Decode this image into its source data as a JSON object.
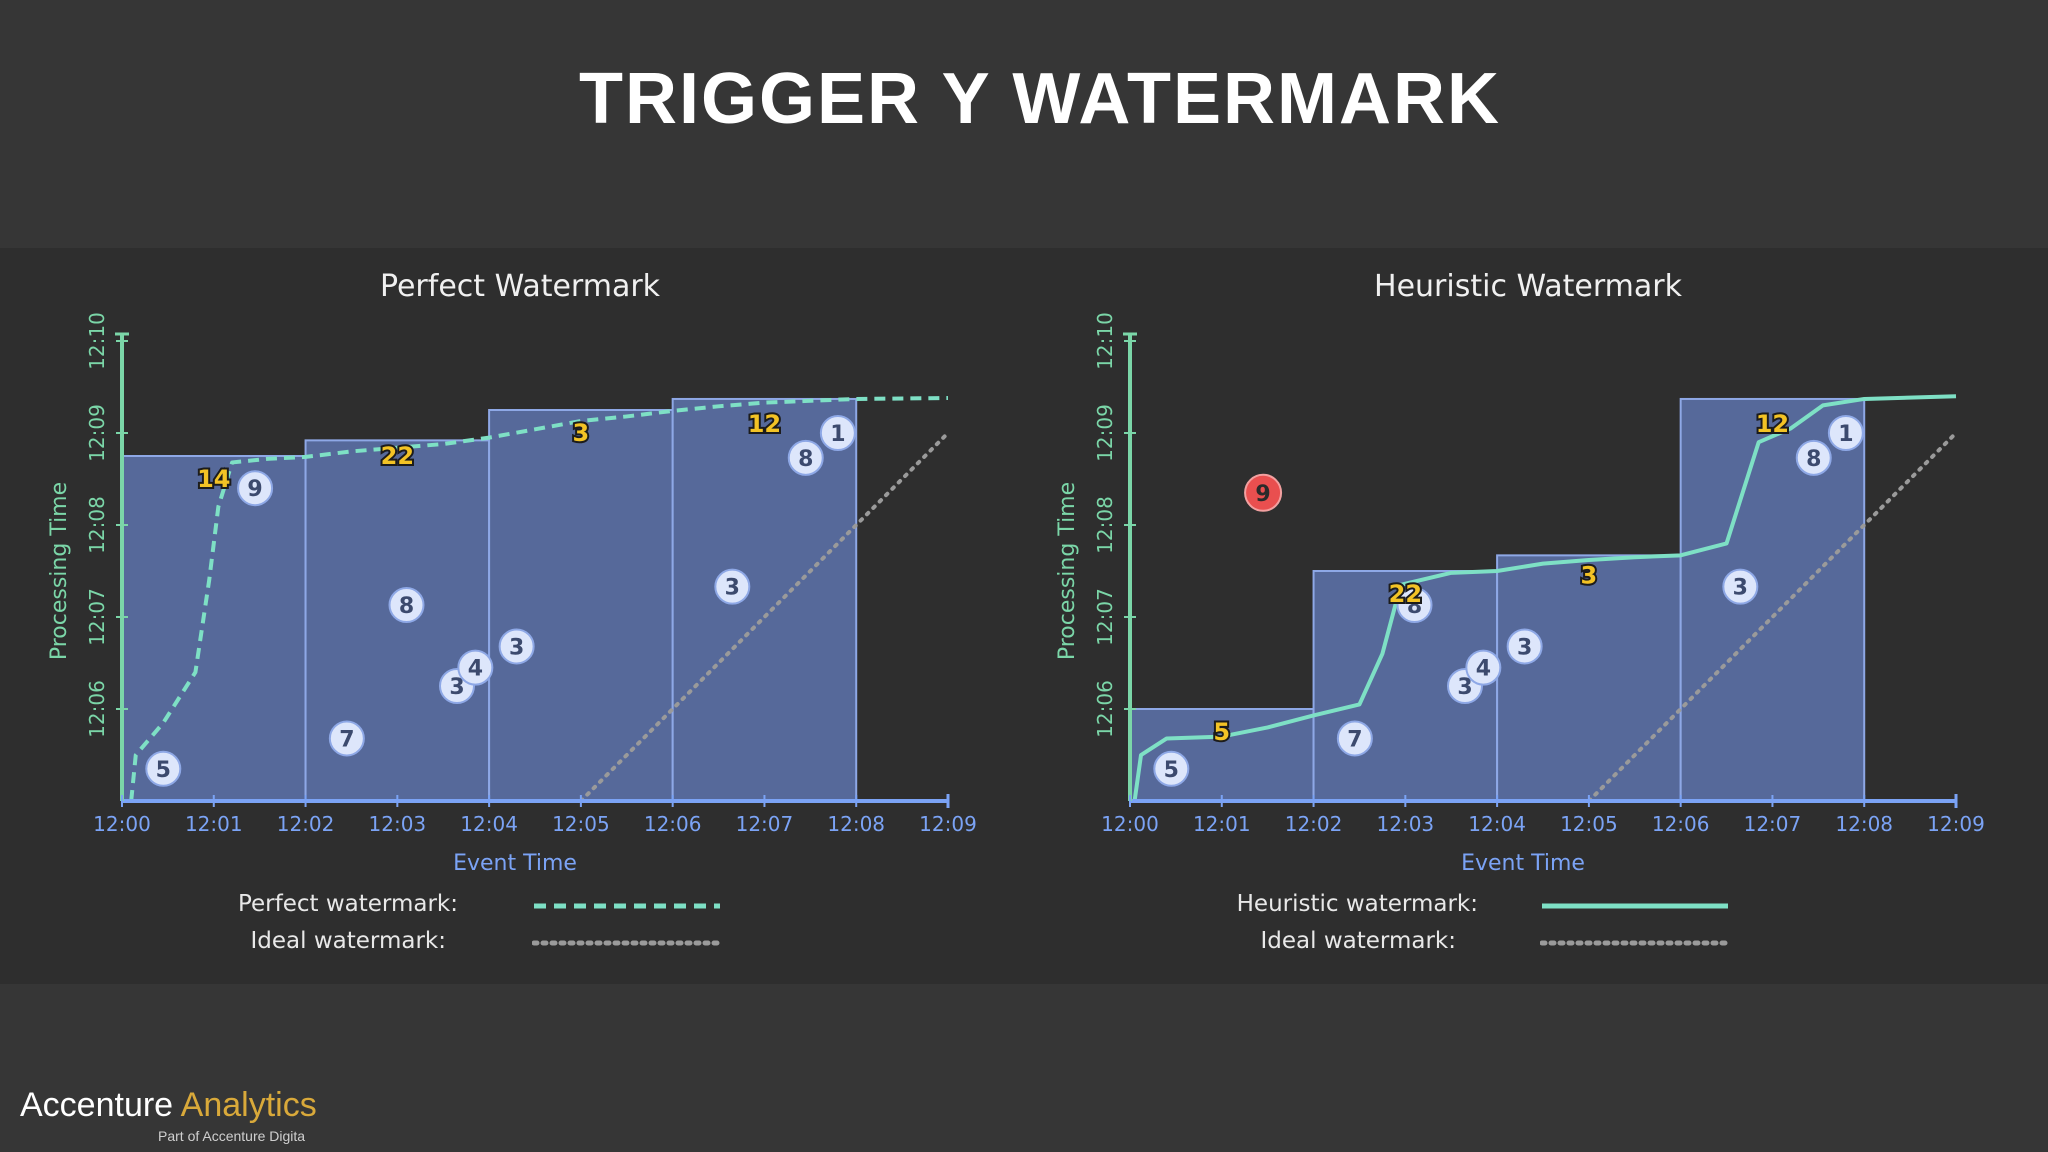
{
  "slide": {
    "title": "TRIGGER Y WATERMARK"
  },
  "brand": {
    "name_part1": "Accenture",
    "name_part2": "Analytics",
    "tagline": "Part of Accenture Digita"
  },
  "colors": {
    "pane_fill": "#56699a",
    "pane_stroke": "#8ea8e6",
    "axis_x": "#7ba3f5",
    "axis_y": "#7bd6a8",
    "watermark": "#7ee0c5",
    "ideal": "#9a9a9a",
    "marker_fill": "#dde6fb",
    "marker_text": "#3c4a6e",
    "badge_fill": "#f3c325",
    "late_fill": "#e94f4f"
  },
  "chart_data": [
    {
      "type": "scatter",
      "title": "Perfect Watermark",
      "xlabel": "Event Time",
      "ylabel": "Processing Time",
      "xlim": [
        "12:00",
        "12:09"
      ],
      "ylim": [
        "12:05",
        "12:10"
      ],
      "x_ticks": [
        "12:00",
        "12:01",
        "12:02",
        "12:03",
        "12:04",
        "12:05",
        "12:06",
        "12:07",
        "12:08",
        "12:09"
      ],
      "y_ticks": [
        "12:06",
        "12:07",
        "12:08",
        "12:09",
        "12:10"
      ],
      "panes": [
        {
          "start": "12:00",
          "end": "12:02",
          "fired_at": 8.75
        },
        {
          "start": "12:02",
          "end": "12:04",
          "fired_at": 8.92
        },
        {
          "start": "12:04",
          "end": "12:06",
          "fired_at": 9.25
        },
        {
          "start": "12:06",
          "end": "12:08",
          "fired_at": 9.37
        }
      ],
      "events": [
        {
          "x": 0.45,
          "y": 5.35,
          "value": "5"
        },
        {
          "x": 1.45,
          "y": 8.4,
          "value": "9"
        },
        {
          "x": 2.45,
          "y": 5.68,
          "value": "7"
        },
        {
          "x": 3.1,
          "y": 7.13,
          "value": "8"
        },
        {
          "x": 3.65,
          "y": 6.25,
          "value": "3"
        },
        {
          "x": 3.85,
          "y": 6.45,
          "value": "4"
        },
        {
          "x": 4.3,
          "y": 6.68,
          "value": "3"
        },
        {
          "x": 6.65,
          "y": 7.33,
          "value": "3"
        },
        {
          "x": 7.45,
          "y": 8.73,
          "value": "8"
        },
        {
          "x": 7.8,
          "y": 9.0,
          "value": "1"
        }
      ],
      "results": [
        {
          "x": 1.0,
          "y": 8.5,
          "value": "14"
        },
        {
          "x": 3.0,
          "y": 8.75,
          "value": "22"
        },
        {
          "x": 5.0,
          "y": 9.0,
          "value": "3"
        },
        {
          "x": 7.0,
          "y": 9.1,
          "value": "12"
        }
      ],
      "watermark": {
        "name": "Perfect watermark",
        "style": "dashed",
        "points": [
          [
            0.1,
            5.0
          ],
          [
            0.15,
            5.5
          ],
          [
            0.45,
            5.85
          ],
          [
            0.8,
            6.4
          ],
          [
            0.95,
            7.4
          ],
          [
            1.05,
            8.2
          ],
          [
            1.2,
            8.68
          ],
          [
            1.6,
            8.72
          ],
          [
            2.0,
            8.74
          ],
          [
            2.5,
            8.8
          ],
          [
            3.0,
            8.84
          ],
          [
            3.5,
            8.88
          ],
          [
            4.0,
            8.95
          ],
          [
            4.5,
            9.04
          ],
          [
            5.0,
            9.13
          ],
          [
            5.5,
            9.18
          ],
          [
            6.0,
            9.24
          ],
          [
            6.5,
            9.29
          ],
          [
            7.0,
            9.33
          ],
          [
            7.5,
            9.35
          ],
          [
            8.0,
            9.37
          ],
          [
            9.0,
            9.38
          ]
        ]
      },
      "ideal": {
        "name": "Ideal watermark",
        "style": "dotted",
        "points": [
          [
            5.0,
            5.0
          ],
          [
            9.0,
            9.0
          ]
        ]
      },
      "legend": [
        {
          "label": "Perfect watermark:",
          "style": "dashed"
        },
        {
          "label": "Ideal watermark:",
          "style": "dotted"
        }
      ]
    },
    {
      "type": "scatter",
      "title": "Heuristic Watermark",
      "xlabel": "Event Time",
      "ylabel": "Processing Time",
      "xlim": [
        "12:00",
        "12:09"
      ],
      "ylim": [
        "12:05",
        "12:10"
      ],
      "x_ticks": [
        "12:00",
        "12:01",
        "12:02",
        "12:03",
        "12:04",
        "12:05",
        "12:06",
        "12:07",
        "12:08",
        "12:09"
      ],
      "y_ticks": [
        "12:06",
        "12:07",
        "12:08",
        "12:09",
        "12:10"
      ],
      "panes": [
        {
          "start": "12:00",
          "end": "12:02",
          "fired_at": 6.0
        },
        {
          "start": "12:02",
          "end": "12:04",
          "fired_at": 7.5
        },
        {
          "start": "12:04",
          "end": "12:06",
          "fired_at": 7.67
        },
        {
          "start": "12:06",
          "end": "12:08",
          "fired_at": 9.37
        }
      ],
      "events": [
        {
          "x": 0.45,
          "y": 5.35,
          "value": "5"
        },
        {
          "x": 2.45,
          "y": 5.68,
          "value": "7"
        },
        {
          "x": 3.1,
          "y": 7.13,
          "value": "8"
        },
        {
          "x": 3.65,
          "y": 6.25,
          "value": "3"
        },
        {
          "x": 3.85,
          "y": 6.45,
          "value": "4"
        },
        {
          "x": 4.3,
          "y": 6.68,
          "value": "3"
        },
        {
          "x": 6.65,
          "y": 7.33,
          "value": "3"
        },
        {
          "x": 7.45,
          "y": 8.73,
          "value": "8"
        },
        {
          "x": 7.8,
          "y": 9.0,
          "value": "1"
        }
      ],
      "late_events": [
        {
          "x": 1.45,
          "y": 8.35,
          "value": "9"
        }
      ],
      "results": [
        {
          "x": 1.0,
          "y": 5.75,
          "value": "5"
        },
        {
          "x": 3.0,
          "y": 7.25,
          "value": "22"
        },
        {
          "x": 5.0,
          "y": 7.45,
          "value": "3"
        },
        {
          "x": 7.0,
          "y": 9.1,
          "value": "12"
        }
      ],
      "watermark": {
        "name": "Heuristic watermark",
        "style": "solid",
        "points": [
          [
            0.05,
            5.0
          ],
          [
            0.12,
            5.5
          ],
          [
            0.4,
            5.68
          ],
          [
            1.0,
            5.7
          ],
          [
            1.5,
            5.8
          ],
          [
            2.0,
            5.93
          ],
          [
            2.5,
            6.05
          ],
          [
            2.75,
            6.6
          ],
          [
            2.95,
            7.35
          ],
          [
            3.5,
            7.48
          ],
          [
            4.0,
            7.5
          ],
          [
            4.5,
            7.58
          ],
          [
            5.0,
            7.62
          ],
          [
            5.5,
            7.65
          ],
          [
            6.0,
            7.67
          ],
          [
            6.5,
            7.8
          ],
          [
            6.85,
            8.9
          ],
          [
            7.2,
            9.05
          ],
          [
            7.55,
            9.3
          ],
          [
            8.0,
            9.37
          ],
          [
            9.0,
            9.4
          ]
        ]
      },
      "ideal": {
        "name": "Ideal watermark",
        "style": "dotted",
        "points": [
          [
            5.0,
            5.0
          ],
          [
            9.0,
            9.0
          ]
        ]
      },
      "legend": [
        {
          "label": "Heuristic watermark:",
          "style": "solid"
        },
        {
          "label": "Ideal watermark:",
          "style": "dotted"
        }
      ]
    }
  ]
}
